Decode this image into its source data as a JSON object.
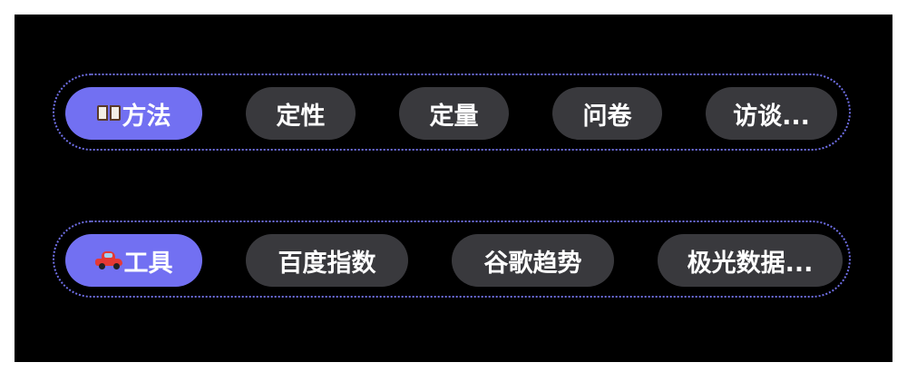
{
  "groups": [
    {
      "chips": [
        {
          "label": "方法",
          "icon": "book-icon",
          "active": true
        },
        {
          "label": "定性",
          "active": false
        },
        {
          "label": "定量",
          "active": false
        },
        {
          "label": "问卷",
          "active": false
        },
        {
          "label": "访谈...",
          "active": false
        }
      ]
    },
    {
      "chips": [
        {
          "label": "工具",
          "icon": "car-icon",
          "active": true
        },
        {
          "label": "百度指数",
          "active": false
        },
        {
          "label": "谷歌趋势",
          "active": false
        },
        {
          "label": "极光数据...",
          "active": false
        }
      ]
    }
  ],
  "colors": {
    "background": "#000000",
    "chip": "#39393d",
    "chip_active": "#7270f2",
    "outline": "#6f6fe6"
  }
}
